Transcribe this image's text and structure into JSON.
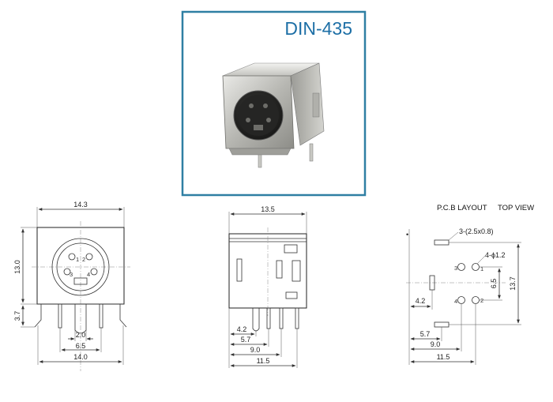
{
  "product": {
    "model": "DIN-435",
    "frame_color": "#2f7fa3",
    "title_color": "#1d6fa6"
  },
  "front_view": {
    "width_top": "14.3",
    "height": "13.0",
    "pin_len": "3.7",
    "pitch_inner": "2.0",
    "pitch_mid": "6.5",
    "width_bottom": "14.0",
    "pins": [
      "1",
      "2",
      "3",
      "4"
    ]
  },
  "side_view": {
    "depth": "13.5",
    "d1": "4.2",
    "d2": "5.7",
    "d3": "9.0",
    "d4": "11.5"
  },
  "pcb_layout": {
    "header_left": "P.C.B LAYOUT",
    "header_right": "TOP VIEW",
    "slot_note": "3-(2.5x0.8)",
    "hole_note": "4-ϕ1.2",
    "pitch": "6.5",
    "height": "13.7",
    "offset": "4.2",
    "d2": "5.7",
    "d3": "9.0",
    "d4": "11.5",
    "pins": [
      "1",
      "2",
      "3",
      "4"
    ]
  }
}
